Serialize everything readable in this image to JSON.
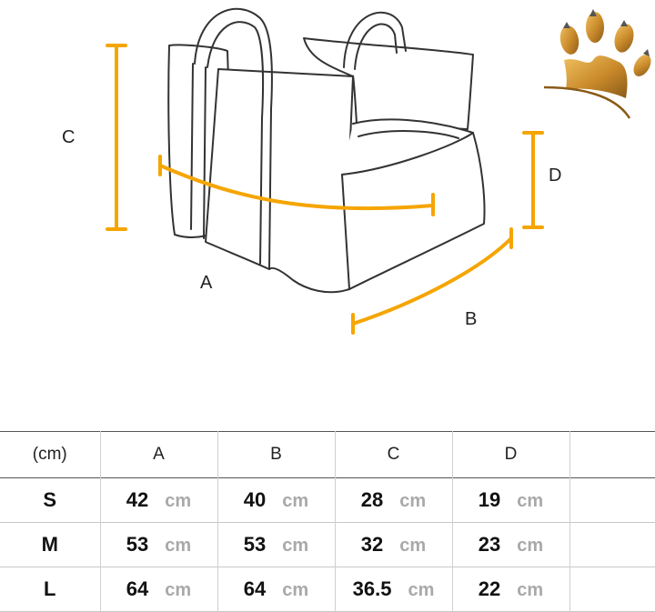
{
  "diagram": {
    "labels": {
      "a": "A",
      "b": "B",
      "c": "C",
      "d": "D"
    },
    "accent_color": "#f5a500"
  },
  "logo": {
    "icon": "paw-crown-icon",
    "color": "#c8892a"
  },
  "table": {
    "corner": "(cm)",
    "columns": [
      "A",
      "B",
      "C",
      "D"
    ],
    "unit": "cm",
    "rows": [
      {
        "size": "S",
        "values": [
          "42",
          "40",
          "28",
          "19"
        ]
      },
      {
        "size": "M",
        "values": [
          "53",
          "53",
          "32",
          "23"
        ]
      },
      {
        "size": "L",
        "values": [
          "64",
          "64",
          "36.5",
          "22"
        ]
      }
    ]
  }
}
